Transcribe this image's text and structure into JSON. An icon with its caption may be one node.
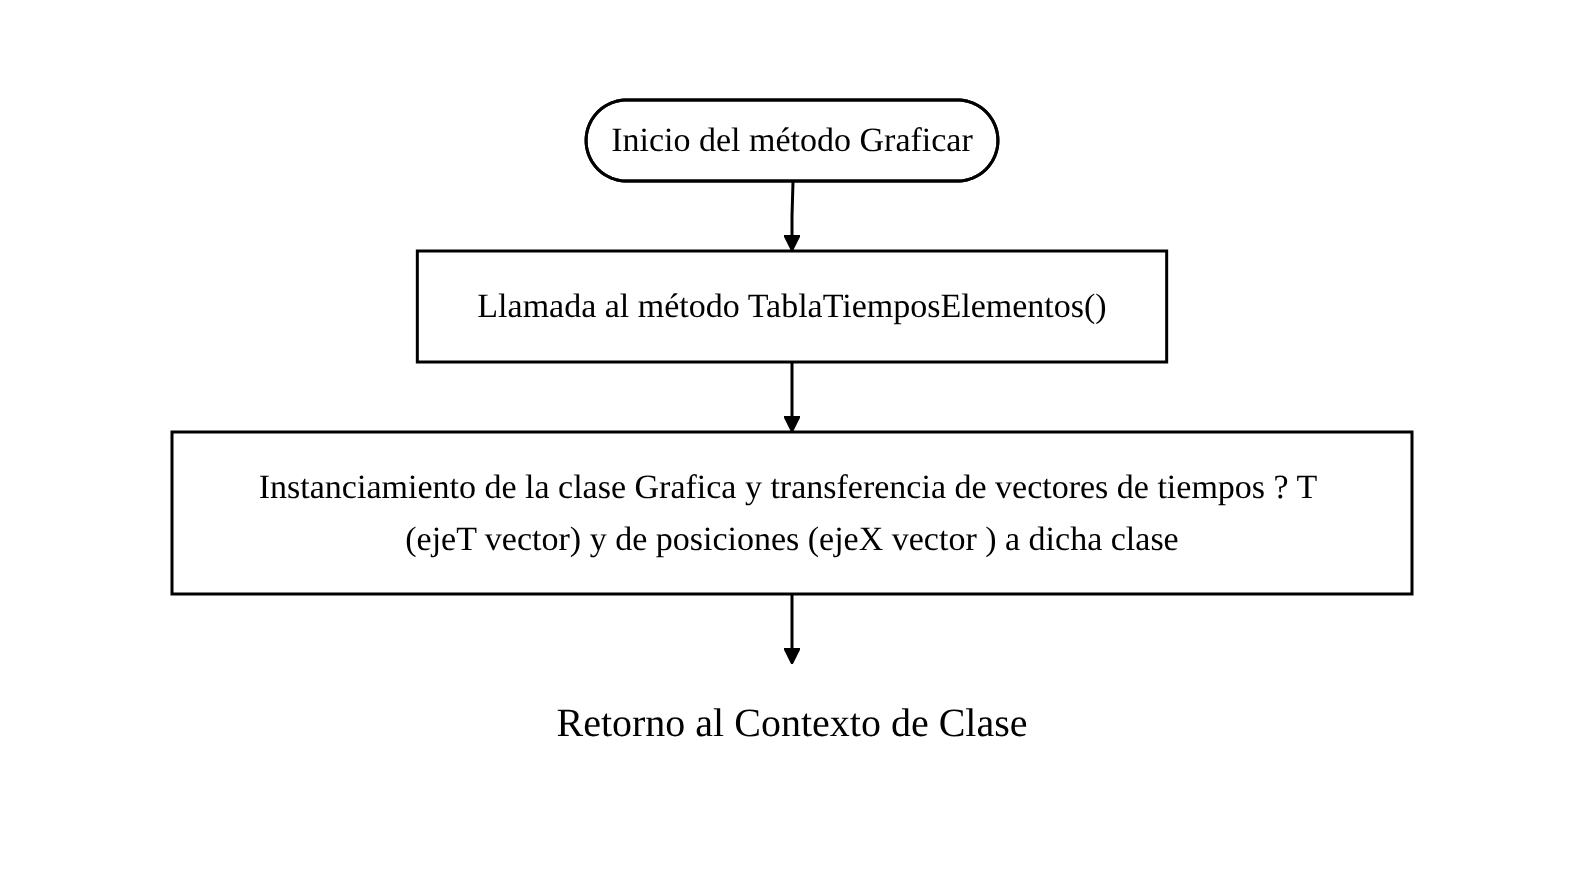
{
  "diagram": {
    "nodes": [
      {
        "text": [
          "Inicio del método Graficar"
        ]
      },
      {
        "text": [
          "Llamada al método TablaTiemposElementos()"
        ]
      },
      {
        "text": [
          "Instanciamiento de la clase Grafica y transferencia de vectores de tiempos ? T (ejeT vector) y de posiciones (ejeX vector ) a dicha clase"
        ]
      },
      {
        "text": [
          "Retorno al Contexto de Clase"
        ]
      }
    ],
    "edges": [
      {
        "from": 0,
        "to": 1,
        "arrow": "to"
      },
      {
        "from": 1,
        "to": 2,
        "arrow": "to"
      },
      {
        "from": 2,
        "to": 3,
        "arrow": "to"
      }
    ]
  }
}
